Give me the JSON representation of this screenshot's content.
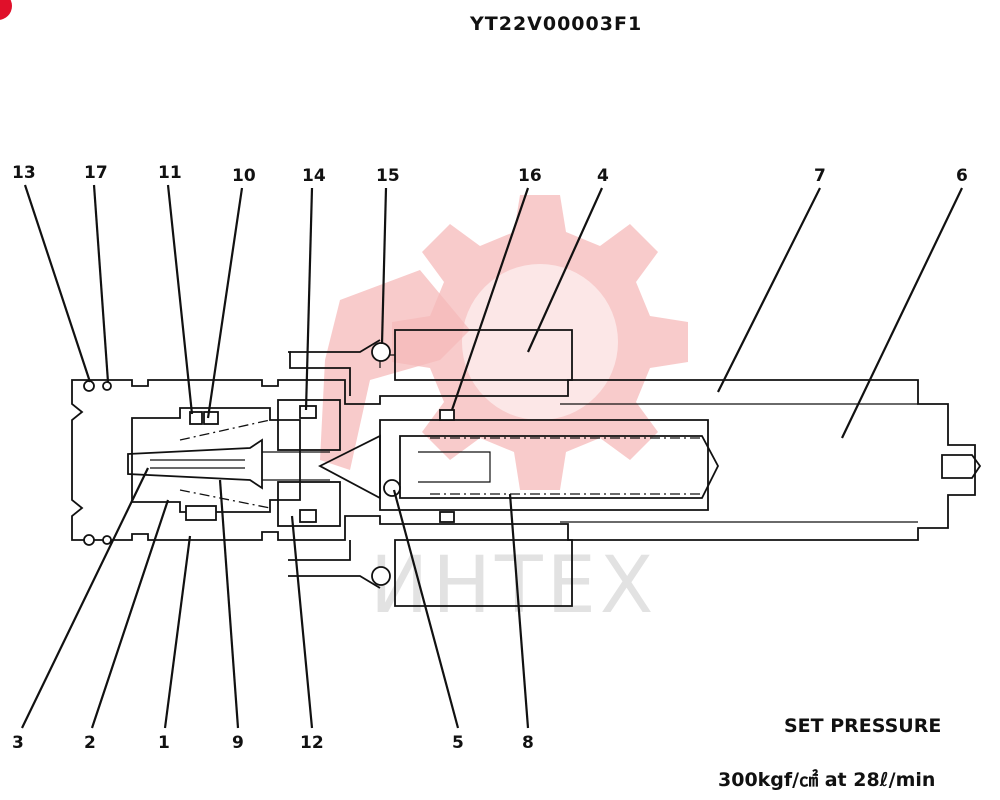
{
  "header": {
    "code": "YT22V00003F1"
  },
  "watermark": {
    "text": "ИНТЕХ"
  },
  "footer": {
    "set_pressure_label": "SET PRESSURE",
    "pressure_value": "300kgf/㎠  at  28ℓ/min"
  },
  "colors": {
    "line": "#111111",
    "watermark": "#f5b9b9"
  },
  "callouts": {
    "top": [
      "13",
      "17",
      "11",
      "10",
      "14",
      "15",
      "16",
      "4",
      "7",
      "6"
    ],
    "bottom": [
      "3",
      "2",
      "1",
      "9",
      "12",
      "5",
      "8"
    ]
  }
}
